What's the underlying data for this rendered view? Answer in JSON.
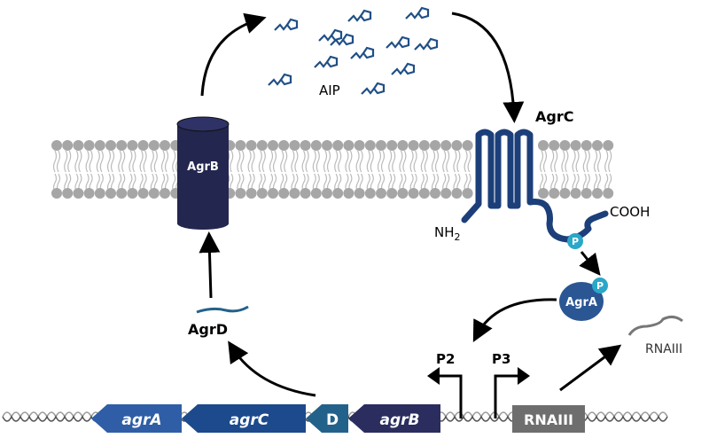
{
  "labels": {
    "aip": "AIP",
    "agrb_protein": "AgrB",
    "agrc_protein": "AgrC",
    "nh2": "NH",
    "nh2_sub": "2",
    "cooh": "COOH",
    "phospho": "P",
    "agra_protein": "AgrA",
    "agrd_protein": "AgrD",
    "p2": "P2",
    "p3": "P3",
    "rnaiii_transcript": "RNAIII"
  },
  "genes": [
    {
      "label": "agrA",
      "color": "#2f5ea6"
    },
    {
      "label": "agrC",
      "color": "#1c4a8c"
    },
    {
      "label": "D",
      "color": "#22628a"
    },
    {
      "label": "agrB",
      "color": "#2a2d5e"
    }
  ],
  "rnaiii_gene": {
    "label": "RNAIII",
    "color": "#6e6e6e"
  },
  "colors": {
    "membrane": "#a6a6a6",
    "protein_dark": "#1c3f7a",
    "agrb": "#23264f",
    "phospho": "#2aa7c9",
    "aip": "#1f4f86"
  }
}
